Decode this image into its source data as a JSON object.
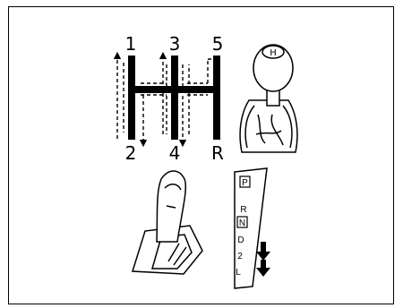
{
  "manual": {
    "gears_top": [
      "1",
      "3",
      "5"
    ],
    "gears_bottom": [
      "2",
      "4",
      "R"
    ],
    "knob_symbol": "H"
  },
  "automatic": {
    "positions": [
      "P",
      "R",
      "N",
      "D",
      "2",
      "L"
    ],
    "boxed_positions": [
      "P",
      "N"
    ]
  }
}
